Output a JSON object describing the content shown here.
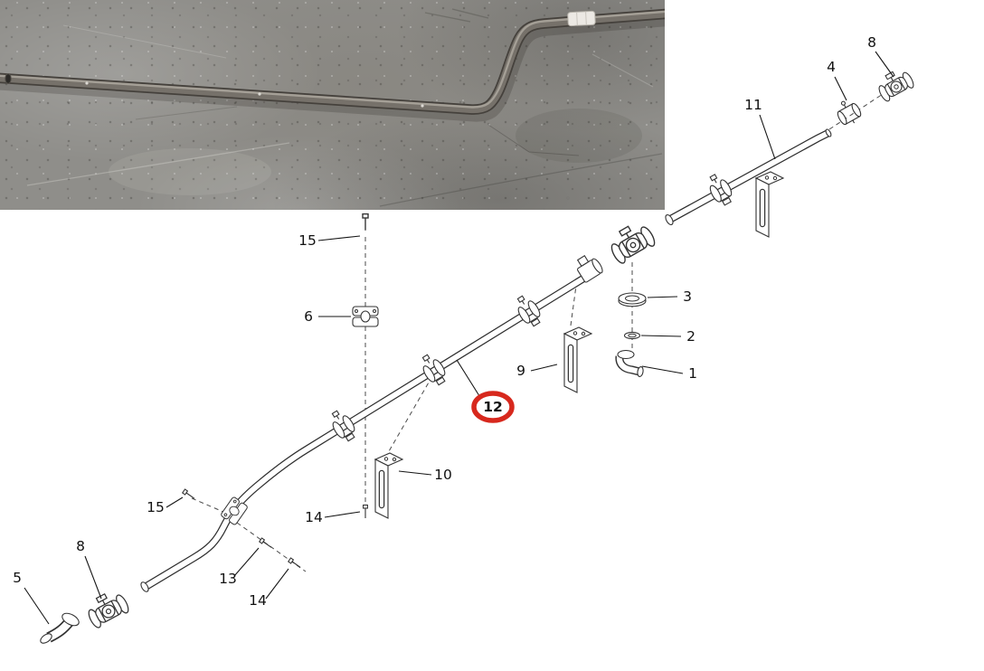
{
  "photo": {
    "alt": "formed steel tube lying on concrete floor"
  },
  "figure": {
    "highlight_color": "#d7281d",
    "callouts": [
      {
        "label": "8",
        "highlighted": false
      },
      {
        "label": "4",
        "highlighted": false
      },
      {
        "label": "11",
        "highlighted": false
      },
      {
        "label": "15",
        "highlighted": false
      },
      {
        "label": "6",
        "highlighted": false
      },
      {
        "label": "3",
        "highlighted": false
      },
      {
        "label": "2",
        "highlighted": false
      },
      {
        "label": "1",
        "highlighted": false
      },
      {
        "label": "9",
        "highlighted": false
      },
      {
        "label": "12",
        "highlighted": true
      },
      {
        "label": "10",
        "highlighted": false
      },
      {
        "label": "14",
        "highlighted": false
      },
      {
        "label": "15",
        "highlighted": false
      },
      {
        "label": "13",
        "highlighted": false
      },
      {
        "label": "14",
        "highlighted": false
      },
      {
        "label": "8",
        "highlighted": false
      },
      {
        "label": "5",
        "highlighted": false
      }
    ]
  }
}
